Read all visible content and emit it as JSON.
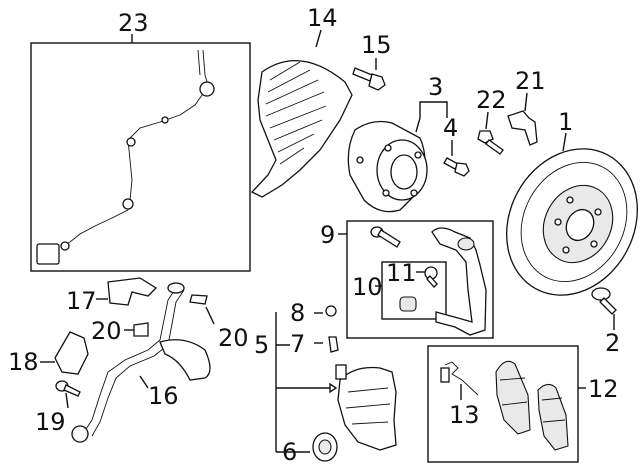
{
  "diagram": {
    "callouts": {
      "c1": "1",
      "c2": "2",
      "c3": "3",
      "c4": "4",
      "c5": "5",
      "c6": "6",
      "c7": "7",
      "c8": "8",
      "c9": "9",
      "c10": "10",
      "c11": "11",
      "c12": "12",
      "c13": "13",
      "c14": "14",
      "c15": "15",
      "c16": "16",
      "c17": "17",
      "c18": "18",
      "c19": "19",
      "c20a": "20",
      "c20b": "20",
      "c21": "21",
      "c22": "22",
      "c23": "23"
    },
    "parts": [
      {
        "id": "c1",
        "name": "brake-rotor"
      },
      {
        "id": "c2",
        "name": "rotor-screw"
      },
      {
        "id": "c3",
        "name": "hub-and-bearing"
      },
      {
        "id": "c4",
        "name": "hub-bolt"
      },
      {
        "id": "c5",
        "name": "caliper-assembly"
      },
      {
        "id": "c6",
        "name": "caliper-piston-boot"
      },
      {
        "id": "c7",
        "name": "bleeder-screw"
      },
      {
        "id": "c8",
        "name": "bleeder-cap"
      },
      {
        "id": "c9",
        "name": "caliper-support"
      },
      {
        "id": "c10",
        "name": "guide-pin-kit"
      },
      {
        "id": "c11",
        "name": "guide-bolt"
      },
      {
        "id": "c12",
        "name": "brake-pads"
      },
      {
        "id": "c13",
        "name": "pad-wear-sensor"
      },
      {
        "id": "c14",
        "name": "splash-shield"
      },
      {
        "id": "c15",
        "name": "shield-bolt"
      },
      {
        "id": "c16",
        "name": "brake-hose"
      },
      {
        "id": "c17",
        "name": "hose-bracket"
      },
      {
        "id": "c18",
        "name": "hose-bracket-lower"
      },
      {
        "id": "c19",
        "name": "bracket-bolt"
      },
      {
        "id": "c20",
        "name": "retaining-clip"
      },
      {
        "id": "c21",
        "name": "abs-sensor"
      },
      {
        "id": "c22",
        "name": "sensor-bolt"
      },
      {
        "id": "c23",
        "name": "abs-sensor-harness"
      }
    ]
  }
}
